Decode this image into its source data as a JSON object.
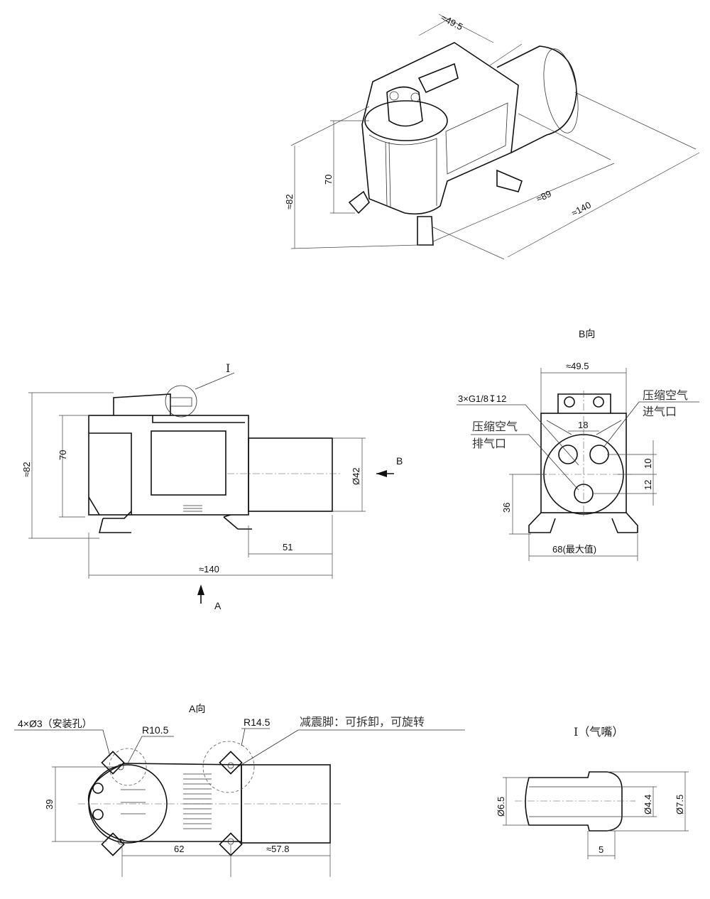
{
  "iso_view": {
    "dim_width": "≈49.5",
    "dim_height_body": "70",
    "dim_height_total": "≈82",
    "dim_length_body": "≈89",
    "dim_length_total": "≈140"
  },
  "side_view": {
    "detail_marker": "I",
    "dim_height_body": "70",
    "dim_height_total": "≈82",
    "dim_motor_dia": "Ø42",
    "view_arrow_b": "B",
    "dim_motor_length": "51",
    "dim_total_length": "≈140",
    "view_arrow_a": "A"
  },
  "b_view": {
    "title": "B向",
    "dim_width": "≈49.5",
    "port_spec": "3×G1/8↧12",
    "inlet_label_1": "压缩空气",
    "inlet_label_2": "进气口",
    "dim_port_spacing": "18",
    "outlet_label_1": "压缩空气",
    "outlet_label_2": "排气口",
    "dim_v1": "10",
    "dim_v2": "12",
    "dim_center_height": "36",
    "dim_base_width": "68(最大值)"
  },
  "a_view": {
    "title": "A向",
    "mount_holes": "4×Ø3（安装孔）",
    "radius_small": "R10.5",
    "radius_large": "R14.5",
    "feet_note": "减震脚：可拆卸，可旋转",
    "dim_height": "39",
    "dim_hole_spacing": "62",
    "dim_motor_length": "≈57.8"
  },
  "nozzle_detail": {
    "title": "I（气嘴）",
    "dim_outer": "Ø6.5",
    "dim_inner": "Ø4.4",
    "dim_barb": "Ø7.5",
    "dim_length": "5"
  }
}
